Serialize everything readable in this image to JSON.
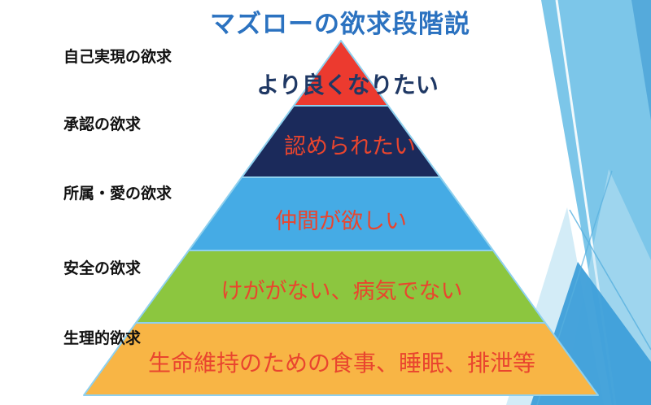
{
  "title": "マズローの欲求段階説",
  "pyramid": {
    "levels": [
      {
        "label": "自己実現の欲求",
        "text": "より良くなりたい"
      },
      {
        "label": "承認の欲求",
        "text": "認められたい"
      },
      {
        "label": "所属・愛の欲求",
        "text": "仲間が欲しい"
      },
      {
        "label": "安全の欲求",
        "text": "けががない、病気でない"
      },
      {
        "label": "生理的欲求",
        "text": "生命維持のための食事、睡眠、排泄等"
      }
    ]
  },
  "colors": {
    "title_text": "#2B72C0",
    "label_text": "#111111",
    "top_band_text": "#1F3864",
    "band_caption_text": "#E9452E",
    "band_red": "#EC3A2F",
    "band_navy": "#1B2A5B",
    "band_blue": "#45ABE5",
    "band_green": "#8CC63F",
    "band_orange": "#F8B545",
    "band_border": "#8ED0EE",
    "accent_light_blue": "#7CC6E9",
    "accent_mid_blue": "#3E9FD9",
    "accent_dark_corner": "#4FA5D8"
  }
}
